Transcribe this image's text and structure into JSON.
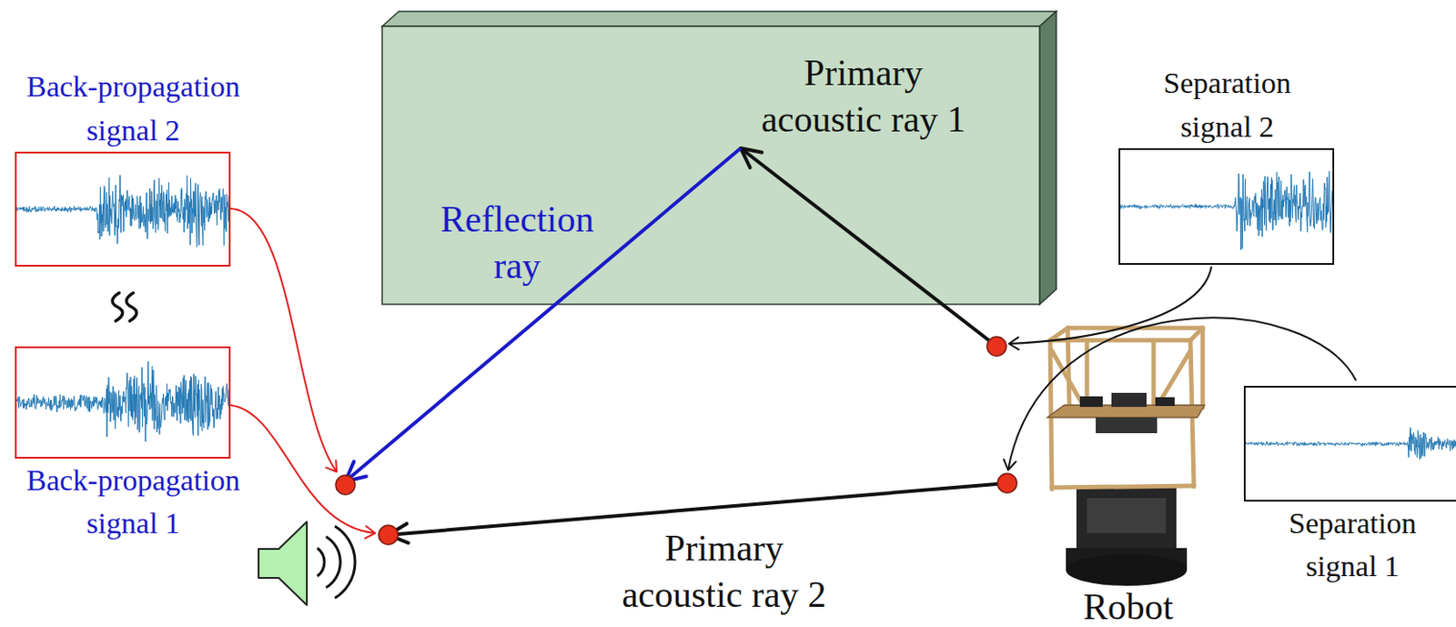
{
  "diagram": {
    "nodes": [
      {
        "text": [
          "Back-propagation signal 2"
        ]
      },
      {
        "text": [
          "Back-propagation signal 1"
        ]
      },
      {
        "text": [
          "Separation signal 2"
        ]
      },
      {
        "text": [
          "Separation signal 1"
        ]
      }
    ],
    "labels": [
      "Primary acoustic ray 1",
      "Reflection ray",
      "Primary acoustic ray 2",
      "Robot"
    ]
  }
}
